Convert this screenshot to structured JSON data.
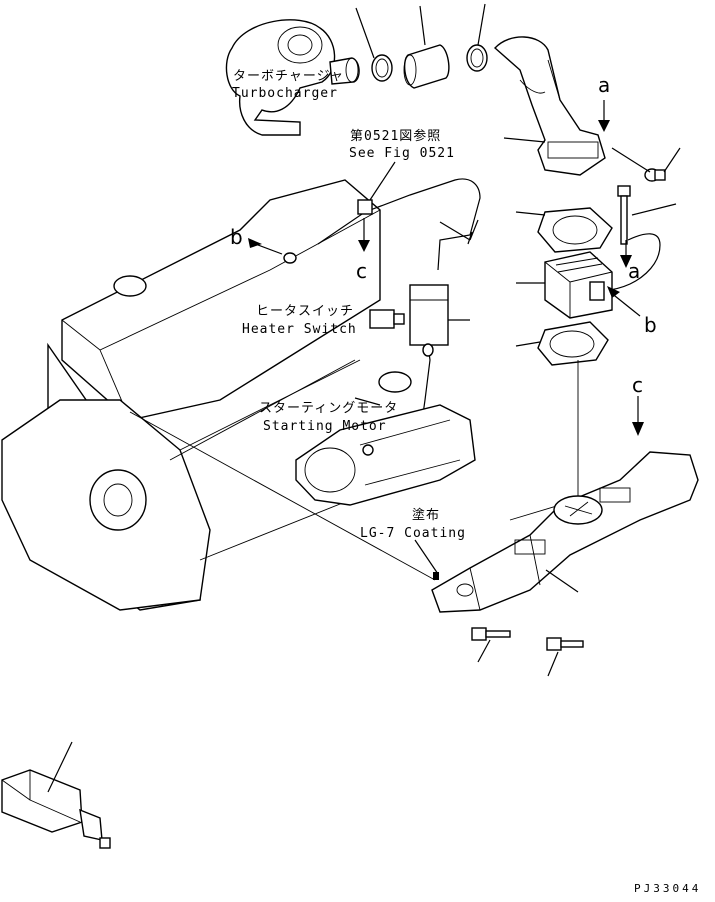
{
  "labels": {
    "turbocharger_jp": "ターボチャージャ",
    "turbocharger_en": "Turbocharger",
    "see_fig_jp": "第0521図参照",
    "see_fig_en": "See Fig 0521",
    "heater_switch_jp": "ヒータスイッチ",
    "heater_switch_en": "Heater Switch",
    "starting_motor_jp": "スターティングモータ",
    "starting_motor_en": "Starting Motor",
    "coating_jp": "塗布",
    "coating_en": "LG-7 Coating"
  },
  "refs": {
    "a": "a",
    "b": "b",
    "c": "c"
  },
  "drawing_code": "PJ33044"
}
